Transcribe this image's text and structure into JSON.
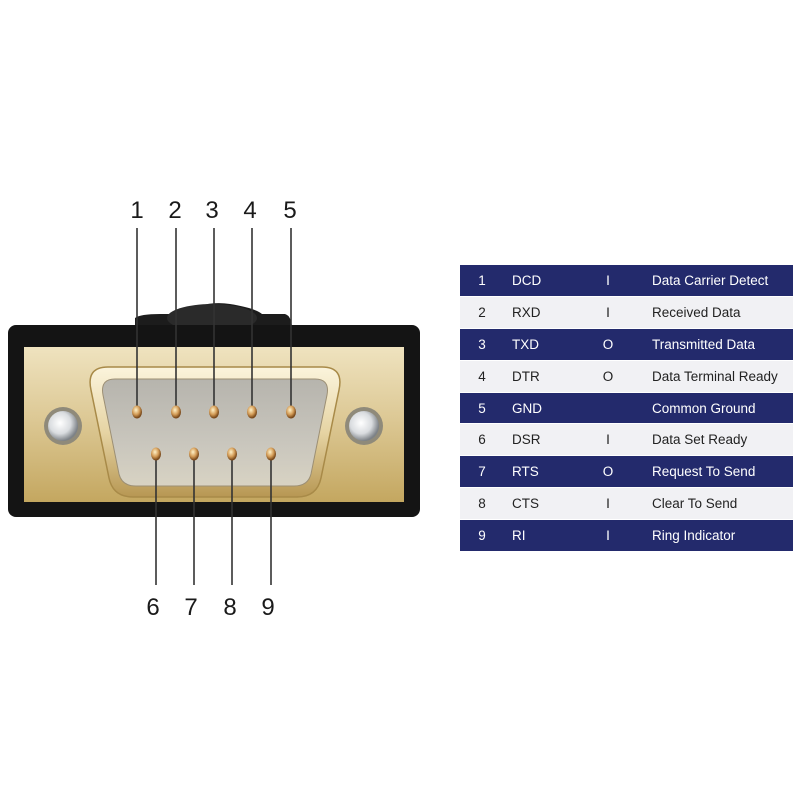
{
  "pins": [
    {
      "num": "1",
      "name": "DCD",
      "dir": "I",
      "desc": "Data Carrier Detect"
    },
    {
      "num": "2",
      "name": "RXD",
      "dir": "I",
      "desc": "Received Data"
    },
    {
      "num": "3",
      "name": "TXD",
      "dir": "O",
      "desc": "Transmitted Data"
    },
    {
      "num": "4",
      "name": "DTR",
      "dir": "O",
      "desc": "Data Terminal Ready"
    },
    {
      "num": "5",
      "name": "GND",
      "dir": "",
      "desc": "Common Ground"
    },
    {
      "num": "6",
      "name": "DSR",
      "dir": "I",
      "desc": "Data Set Ready"
    },
    {
      "num": "7",
      "name": "RTS",
      "dir": "O",
      "desc": "Request To Send"
    },
    {
      "num": "8",
      "name": "CTS",
      "dir": "I",
      "desc": "Clear To Send"
    },
    {
      "num": "9",
      "name": "RI",
      "dir": "I",
      "desc": "Ring Indicator"
    }
  ],
  "colors": {
    "table_dark": "#232a6c",
    "table_light": "#f1f1f4",
    "connector_gold": "#d8c38e",
    "connector_body": "#141414"
  },
  "icons": {
    "connector": "db9-male-connector-icon"
  }
}
